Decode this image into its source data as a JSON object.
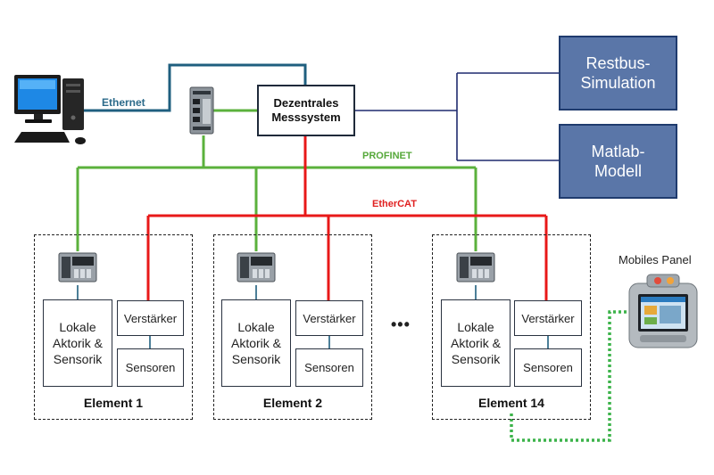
{
  "buses": {
    "ethernet": "Ethernet",
    "profinet": "PROFINET",
    "ethercat": "EtherCAT"
  },
  "center": {
    "title_line1": "Dezentrales",
    "title_line2": "Messsystem"
  },
  "right_boxes": [
    {
      "line1": "Restbus-",
      "line2": "Simulation"
    },
    {
      "line1": "Matlab-",
      "line2": "Modell"
    }
  ],
  "elements": [
    {
      "title": "Element 1",
      "lokal": [
        "Lokale",
        "Aktorik &",
        "Sensorik"
      ],
      "verstaerker": "Verstärker",
      "sensoren": "Sensoren"
    },
    {
      "title": "Element 2",
      "lokal": [
        "Lokale",
        "Aktorik &",
        "Sensorik"
      ],
      "verstaerker": "Verstärker",
      "sensoren": "Sensoren"
    },
    {
      "title": "Element 14",
      "lokal": [
        "Lokale",
        "Aktorik &",
        "Sensorik"
      ],
      "verstaerker": "Verstärker",
      "sensoren": "Sensoren"
    }
  ],
  "ellipsis": "•••",
  "mobile_panel": "Mobiles Panel",
  "colors": {
    "ethernet": "#1f5f7f",
    "profinet": "#5bb13c",
    "ethercat": "#e81818",
    "restbus_link": "#1f2a6e",
    "mobile_link": "#3cb34a",
    "box_fill": "#5a76a8"
  },
  "icons": [
    "desktop-computer-icon",
    "network-switch-icon",
    "io-module-icon",
    "mobile-panel-icon"
  ]
}
